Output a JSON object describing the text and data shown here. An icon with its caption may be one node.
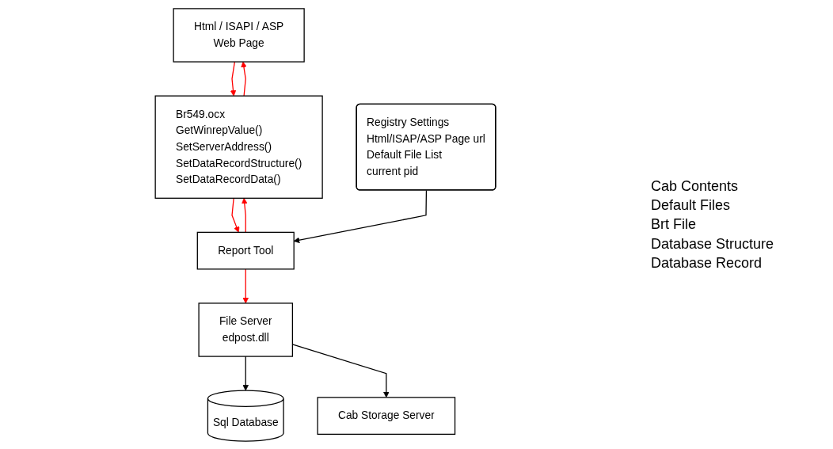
{
  "diagram": {
    "nodes": [
      {
        "text": [
          "Html / ISAPI / ASP",
          "Web Page"
        ]
      },
      {
        "text": [
          "Br549.ocx",
          "GetWinrepValue()",
          "SetServerAddress()",
          "SetDataRecordStructure()",
          "SetDataRecordData()"
        ]
      },
      {
        "text": [
          "Registry Settings",
          "Html/ISAP/ASP Page url",
          "Default File List",
          "current pid"
        ]
      },
      {
        "text": [
          "Report Tool"
        ]
      },
      {
        "text": [
          "File Server",
          "edpost.dll"
        ]
      },
      {
        "text": [
          "Sql Database"
        ]
      },
      {
        "text": [
          "Cab Storage Server"
        ]
      }
    ],
    "edges": [
      {
        "from": 1,
        "to": 0,
        "arrow": "to",
        "color": "#ff0000"
      },
      {
        "from": 0,
        "to": 1,
        "arrow": "to",
        "color": "#ff0000"
      },
      {
        "from": 3,
        "to": 1,
        "arrow": "to",
        "color": "#ff0000"
      },
      {
        "from": 1,
        "to": 3,
        "arrow": "to",
        "color": "#ff0000"
      },
      {
        "from": 2,
        "to": 3,
        "arrow": "to",
        "color": "#000000"
      },
      {
        "from": 3,
        "to": 4,
        "arrow": "to",
        "color": "#ff0000"
      },
      {
        "from": 4,
        "to": 5,
        "arrow": "to",
        "color": "#000000"
      },
      {
        "from": 4,
        "to": 6,
        "arrow": "to",
        "color": "#000000"
      }
    ],
    "labels": [
      "Cab Contents",
      "Default Files",
      "Brt File",
      "Database Structure",
      "Database Record"
    ]
  }
}
